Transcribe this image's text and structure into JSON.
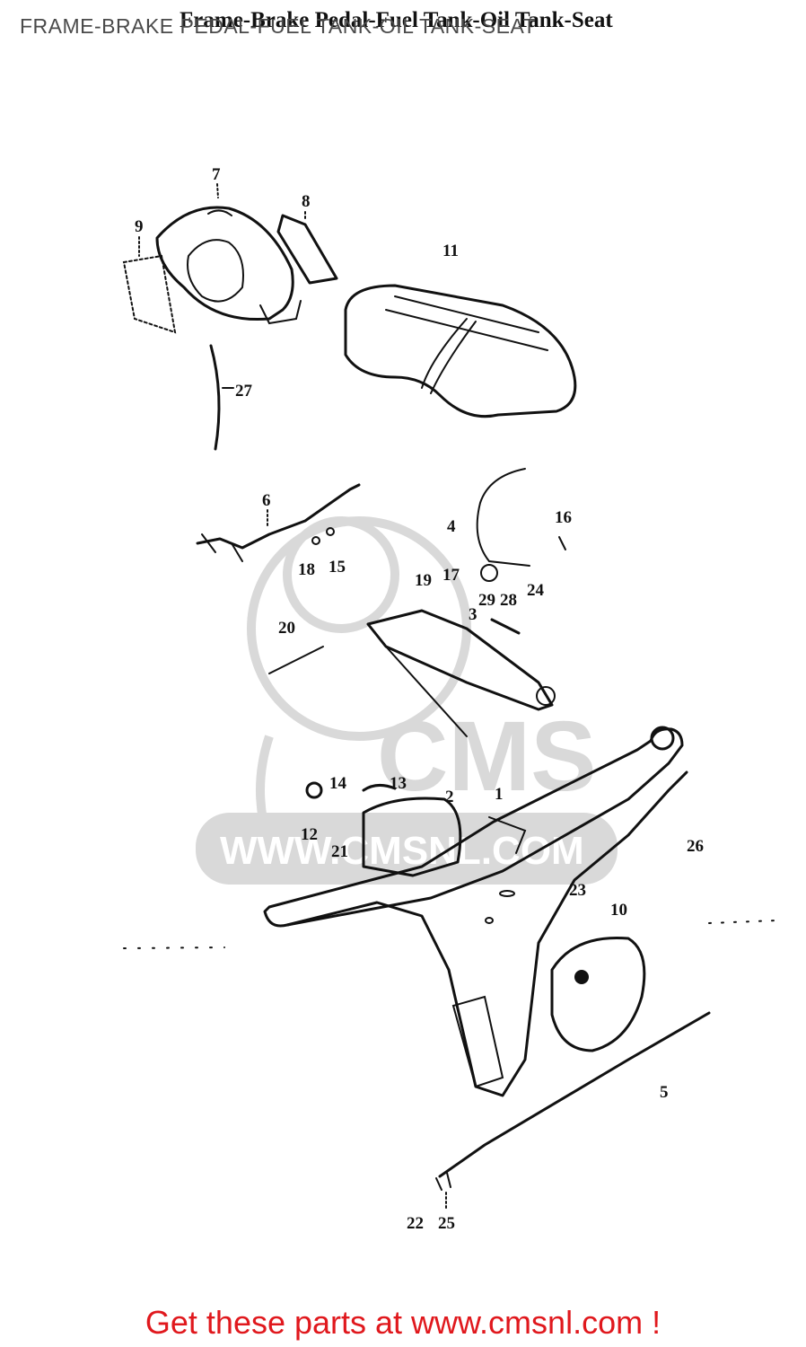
{
  "header": {
    "page_title": "FRAME-BRAKE PEDAL-FUEL TANK-OIL TANK-SEAT",
    "scan_title": "Frame-Brake Pedal-Fuel Tank-Oil Tank-Seat"
  },
  "watermark": {
    "logo_text": "CMS",
    "url_text": "WWW.CMSNL.COM"
  },
  "callouts": {
    "c7": "7",
    "c8a": "8",
    "c9": "9",
    "c11": "11",
    "c27": "27",
    "c6": "6",
    "c18": "18",
    "c15": "15",
    "c4": "4",
    "c16": "16",
    "c19": "19",
    "c17": "17",
    "c29": "29",
    "c28a": "28",
    "c24": "24",
    "c20": "20",
    "c3": "3",
    "c14": "14",
    "c13": "13",
    "c2": "2",
    "c1": "1",
    "c12": "12",
    "c21": "21",
    "c26": "26",
    "c23": "23",
    "c10": "10",
    "c5": "5",
    "c22": "22",
    "c25": "25"
  },
  "footer": {
    "cta": "Get these parts at www.cmsnl.com !"
  },
  "colors": {
    "cta": "#e0181d",
    "title": "#4a4a4a",
    "ink": "#111111",
    "watermark": "#d9d9d9"
  }
}
